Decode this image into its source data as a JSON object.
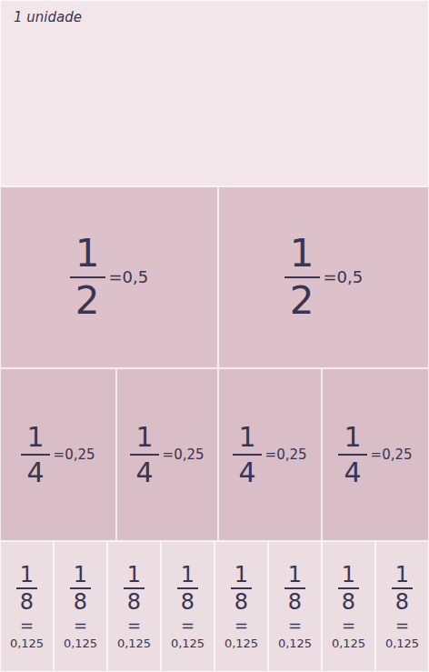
{
  "diagram": {
    "nodes": [
      {
        "text": [
          "1 unidade"
        ]
      },
      {
        "text": [
          "1",
          "2",
          "=0,5"
        ]
      },
      {
        "text": [
          "1",
          "2",
          "=0,5"
        ]
      },
      {
        "text": [
          "1",
          "4",
          "=0,25"
        ]
      },
      {
        "text": [
          "1",
          "4",
          "=0,25"
        ]
      },
      {
        "text": [
          "1",
          "4",
          "=0,25"
        ]
      },
      {
        "text": [
          "1",
          "4",
          "=0,25"
        ]
      },
      {
        "text": [
          "1",
          "8",
          "=",
          "0,125"
        ]
      },
      {
        "text": [
          "1",
          "8",
          "=",
          "0,125"
        ]
      },
      {
        "text": [
          "1",
          "8",
          "=",
          "0,125"
        ]
      },
      {
        "text": [
          "1",
          "8",
          "=",
          "0,125"
        ]
      },
      {
        "text": [
          "1",
          "8",
          "=",
          "0,125"
        ]
      },
      {
        "text": [
          "1",
          "8",
          "=",
          "0,125"
        ]
      },
      {
        "text": [
          "1",
          "8",
          "=",
          "0,125"
        ]
      },
      {
        "text": [
          "1",
          "8",
          "=",
          "0,125"
        ]
      }
    ]
  }
}
